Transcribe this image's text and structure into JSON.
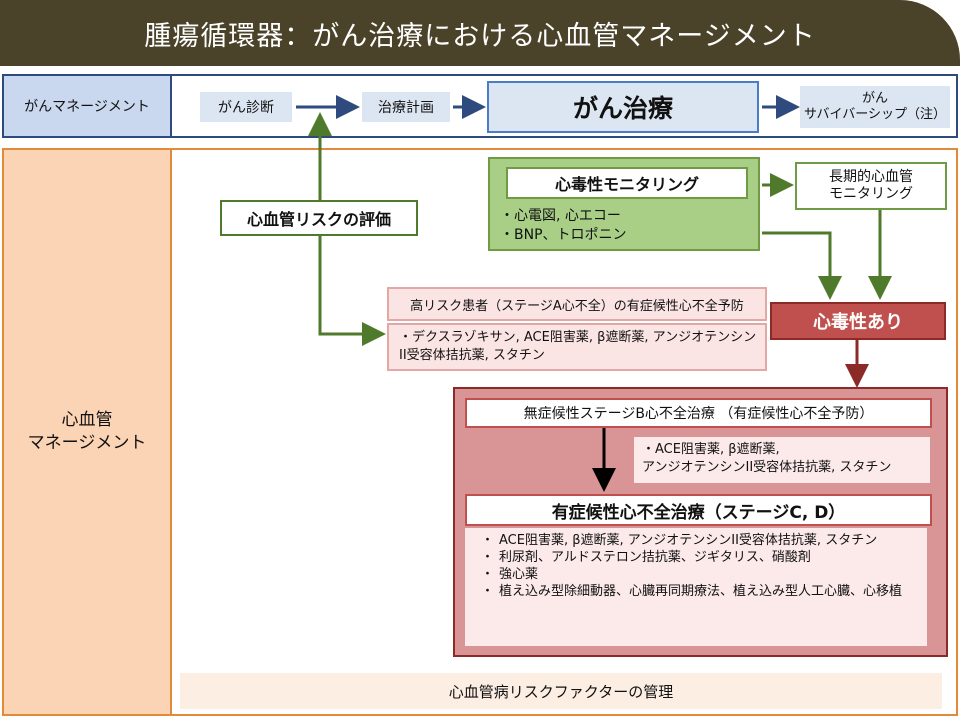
{
  "title": "腫瘍循環器：がん治療における心血管マネージメント",
  "cancer_management": {
    "label": "がんマネージメント",
    "steps": [
      "がん診断",
      "治療計画"
    ],
    "treatment": "がん治療",
    "survivorship": "がん\nサバイバーシップ（注）"
  },
  "cv_management": {
    "label": "心血管\nマネージメント",
    "risk_eval": "心血管リスクの評価",
    "monitoring": {
      "title": "心毒性モニタリング",
      "items": [
        "・心電図, 心エコー",
        "・BNP、トロポニン"
      ]
    },
    "long_term": "長期的心血管\nモニタリング",
    "cardiotoxicity": "心毒性あり",
    "high_risk": {
      "title": "高リスク患者（ステージA心不全）の有症候性心不全予防",
      "body": "・デクスラゾキサン, ACE阻害薬, β遮断薬, アンジオテンシンII受容体拮抗薬, スタチン"
    },
    "stage_b": {
      "title": "無症候性ステージB心不全治療 （有症候性心不全予防）",
      "drugs": "・ACE阻害薬, β遮断薬,\nアンジオテンシンII受容体拮抗薬, スタチン"
    },
    "stage_cd": {
      "title": "有症候性心不全治療（ステージC, D）",
      "items": [
        "ACE阻害薬, β遮断薬, アンジオテンシンII受容体拮抗薬, スタチン",
        "利尿剤、アルドステロン拮抗薬、ジギタリス、硝酸剤",
        "強心薬",
        "植え込み型除細動器、心臓再同期療法、植え込み型人工心臓、心移植"
      ]
    },
    "risk_factor": "心血管病リスクファクターの管理"
  },
  "colors": {
    "title_bg": "#4a4229",
    "cancer_border": "#2e4a7e",
    "cv_border": "#e08a3a",
    "green": "#4f7a2b",
    "red": "#c0504d",
    "dark_red": "#8c2a28"
  }
}
